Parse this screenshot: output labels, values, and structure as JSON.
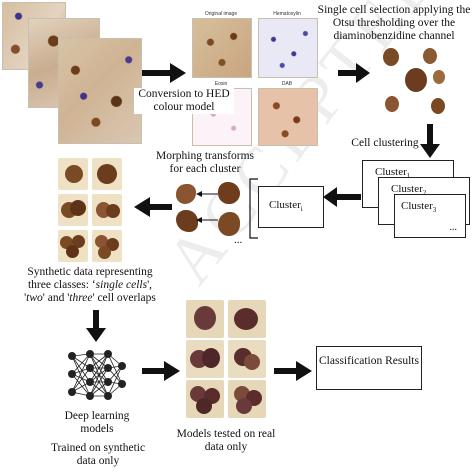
{
  "watermark": "ACCEPTED MANUSCRIPT",
  "conversion_label": "Conversion to HED colour model",
  "hed_panels": [
    {
      "label": "Original image"
    },
    {
      "label": "Hematoxylin"
    },
    {
      "label": "Eosin"
    },
    {
      "label": "DAB"
    }
  ],
  "selection_label": "Single cell selection applying the Otsu thresholding over the diaminobenzidine channel",
  "clustering_label": "Cell clustering",
  "clusters": [
    {
      "name": "Cluster",
      "sub": "1"
    },
    {
      "name": "Cluster",
      "sub": "2"
    },
    {
      "name": "Cluster",
      "sub": "3"
    }
  ],
  "cluster_ellipsis": "...",
  "cluster_i": {
    "name": "Cluster",
    "sub": "i"
  },
  "morphing_label": "Morphing transforms for each cluster",
  "morph_ellipsis": "...",
  "synthetic_label": {
    "prefix": "Synthetic data representing three classes: ",
    "c1": "single cells",
    "c2": "two",
    "c3": "three",
    "mid1": "', '",
    "mid2": "' and '",
    "suffix": "' cell overlaps"
  },
  "dl_label": "Deep learning models",
  "trained_label": "Trained on synthetic data only",
  "tested_label": "Models tested on real data only",
  "result_label": "Classification Results",
  "colors": {
    "stroke": "#111111",
    "stain_brown": "#6b3d1b",
    "stain_blue": "#3f3585"
  }
}
